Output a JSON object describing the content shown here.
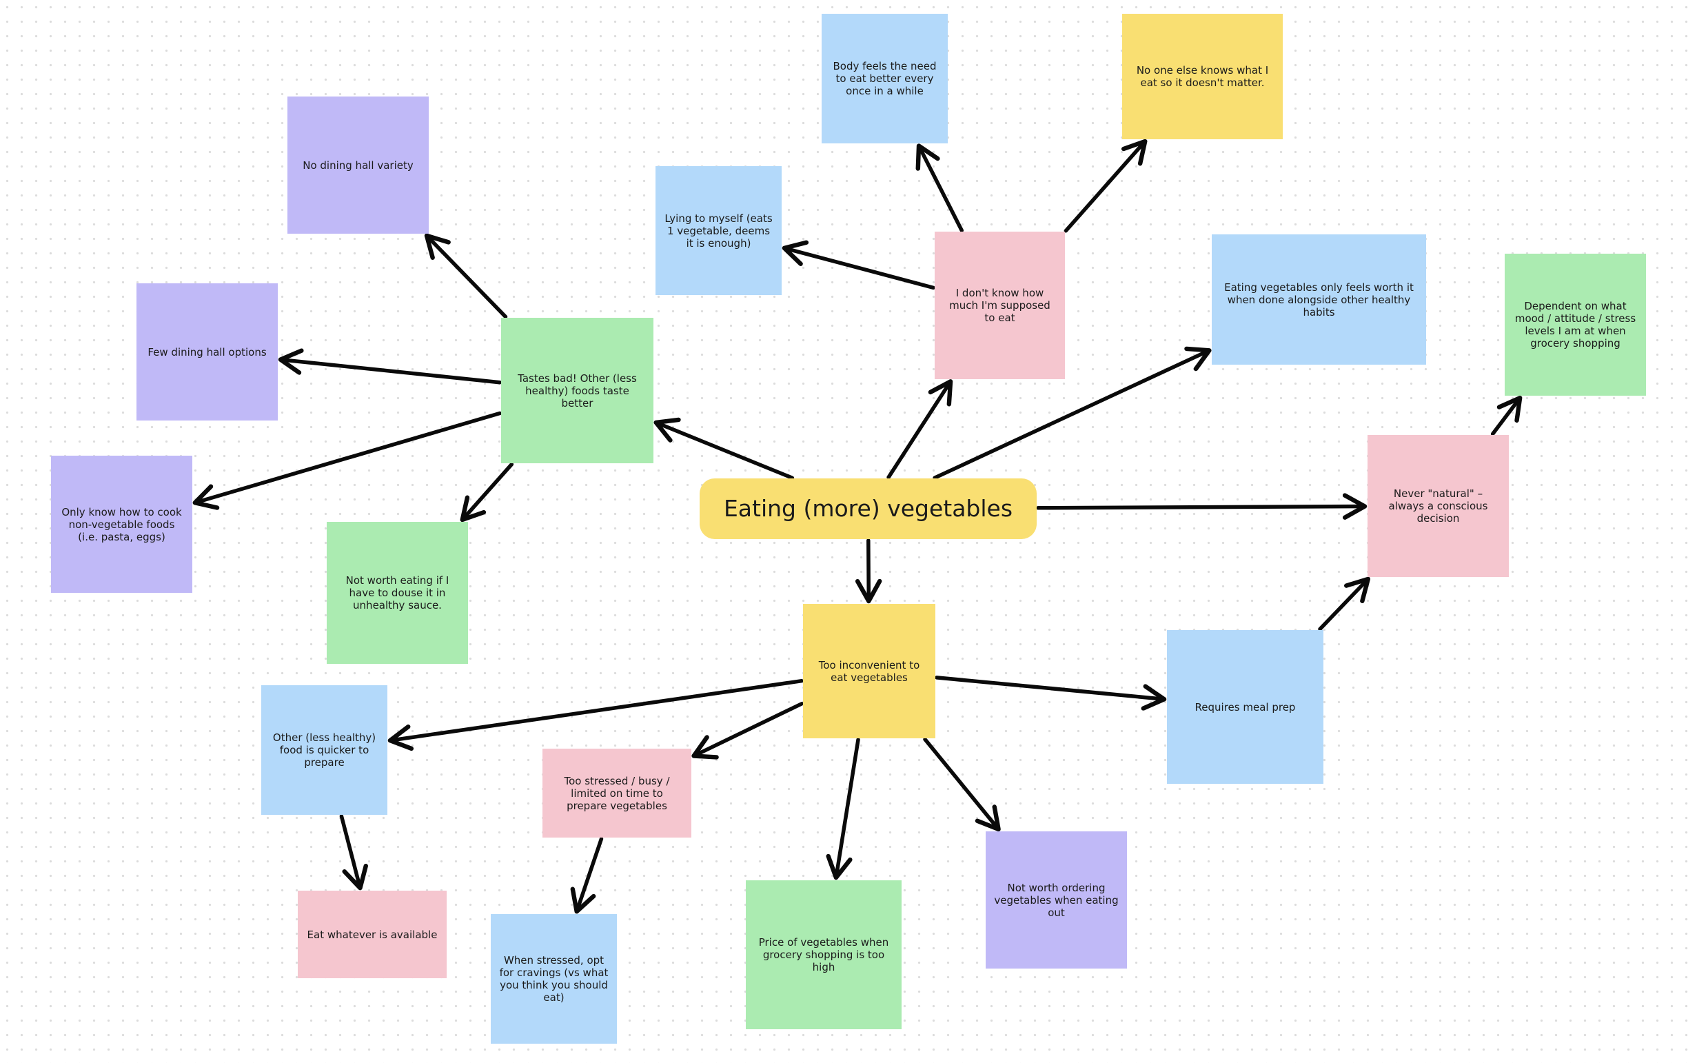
{
  "colors": {
    "yellow": "#f9df72",
    "green": "#abebb1",
    "blue": "#b3d9fa",
    "pink": "#f5c6cf",
    "purple": "#c0b9f7",
    "arrow": "#0a0a0a"
  },
  "central": {
    "label": "Eating (more) vegetables",
    "color": "yellow"
  },
  "nodes": {
    "tastes_bad": "Tastes bad! Other (less healthy) foods taste better",
    "no_variety": "No dining hall variety",
    "few_options": "Few dining hall options",
    "only_know_cook": "Only know how to cook non-vegetable foods (i.e. pasta, eggs)",
    "not_worth_sauce": "Not worth eating if I have to douse it in unhealthy sauce.",
    "lying": "Lying to myself (eats 1 vegetable, deems it is enough)",
    "body_feels": "Body feels the need to eat better every once in a while",
    "dont_know_much": "I don't know how much I'm supposed to eat",
    "no_one_knows": "No one else knows what I eat so it doesn't matter.",
    "healthy_habits": "Eating vegetables only feels worth it when done alongside other healthy habits",
    "never_natural": "Never \"natural\" – always a conscious decision",
    "mood_dependent": "Dependent on what mood / attitude / stress levels I am at when grocery shopping",
    "requires_prep": "Requires meal prep",
    "inconvenient": "Too inconvenient to eat vegetables",
    "quicker_food": "Other (less healthy) food is quicker to prepare",
    "eat_whatever": "Eat whatever is available",
    "too_stressed": "Too stressed / busy / limited on time to prepare vegetables",
    "cravings": "When stressed, opt for cravings (vs what you think you should eat)",
    "price_high": "Price of vegetables when grocery shopping is too high",
    "eating_out": "Not worth ordering vegetables when eating out"
  },
  "connections": [
    [
      "central",
      "tastes_bad"
    ],
    [
      "tastes_bad",
      "no_variety"
    ],
    [
      "tastes_bad",
      "few_options"
    ],
    [
      "tastes_bad",
      "only_know_cook"
    ],
    [
      "tastes_bad",
      "not_worth_sauce"
    ],
    [
      "central",
      "dont_know_much"
    ],
    [
      "dont_know_much",
      "lying"
    ],
    [
      "dont_know_much",
      "body_feels"
    ],
    [
      "dont_know_much",
      "no_one_knows"
    ],
    [
      "central",
      "healthy_habits"
    ],
    [
      "central",
      "never_natural"
    ],
    [
      "never_natural",
      "mood_dependent"
    ],
    [
      "requires_prep",
      "never_natural"
    ],
    [
      "central",
      "inconvenient"
    ],
    [
      "inconvenient",
      "requires_prep"
    ],
    [
      "inconvenient",
      "quicker_food"
    ],
    [
      "inconvenient",
      "too_stressed"
    ],
    [
      "inconvenient",
      "price_high"
    ],
    [
      "inconvenient",
      "eating_out"
    ],
    [
      "quicker_food",
      "eat_whatever"
    ],
    [
      "too_stressed",
      "cravings"
    ]
  ]
}
